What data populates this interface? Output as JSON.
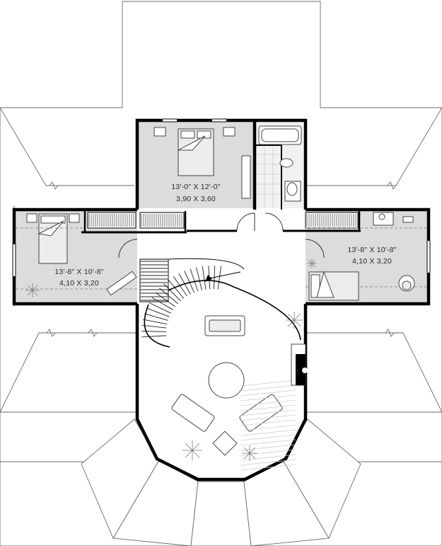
{
  "rooms": {
    "master": {
      "imperial": "13'-0\" X 12'-0\"",
      "metric": "3,90 X 3,60"
    },
    "left": {
      "imperial": "13'-8\" X 10'-8\"",
      "metric": "4,10 X 3,20"
    },
    "right": {
      "imperial": "13'-8\" X 10'-8\"",
      "metric": "4,10 X 3,20"
    }
  },
  "colors": {
    "room_fill": "#dcdcdc",
    "wall": "#000000",
    "roof_line": "#6a6a6a"
  },
  "icons": [
    "plant-icon",
    "bed-icon",
    "bathtub-icon",
    "toilet-icon",
    "sofa-icon",
    "armchair-icon",
    "fireplace-icon",
    "staircase-icon"
  ]
}
